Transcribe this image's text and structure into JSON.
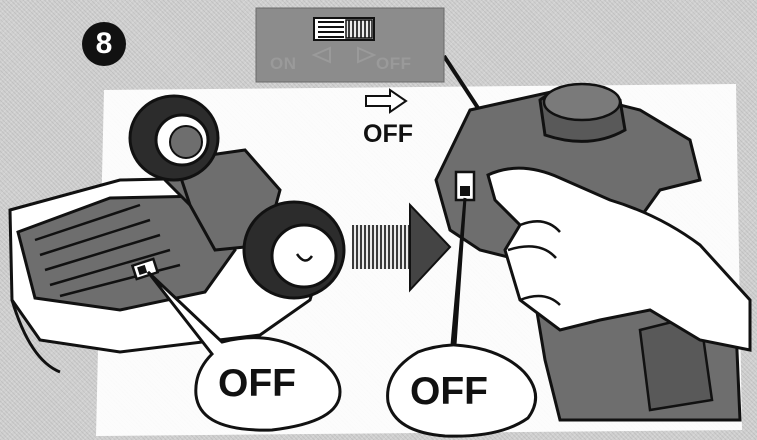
{
  "step": {
    "number": "8"
  },
  "switch_panel": {
    "on_label": "ON",
    "off_label": "OFF",
    "on_arrow_icon": "triangle-left-outline",
    "off_arrow_icon": "triangle-right-outline"
  },
  "direction_hint": {
    "label": "OFF",
    "icon": "arrow-right-outline"
  },
  "callouts": {
    "car_switch": "OFF",
    "transmitter_switch": "OFF"
  },
  "colors": {
    "ink": "#111111",
    "panel": "#8c8c8c",
    "device_gray": "#6e6e6e",
    "background": "#d0d0d0",
    "white": "#ffffff"
  }
}
